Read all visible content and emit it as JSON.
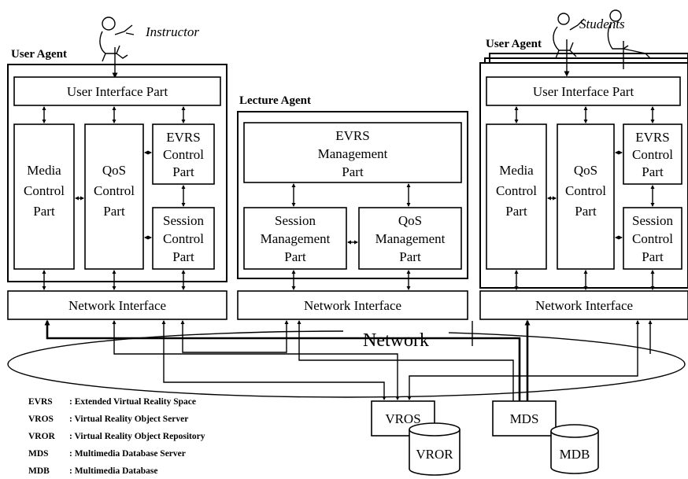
{
  "actors": {
    "instructor": "Instructor",
    "students": "Students"
  },
  "agents": {
    "left_user_agent": {
      "title": "User Agent",
      "ui_part": "User Interface Part",
      "media": [
        "Media",
        "Control",
        "Part"
      ],
      "qos": [
        "QoS",
        "Control",
        "Part"
      ],
      "evrs": [
        "EVRS",
        "Control",
        "Part"
      ],
      "session": [
        "Session",
        "Control",
        "Part"
      ],
      "network_interface": "Network Interface"
    },
    "lecture_agent": {
      "title": "Lecture Agent",
      "evrs_mgmt": [
        "EVRS",
        "Management",
        "Part"
      ],
      "session_mgmt": [
        "Session",
        "Management",
        "Part"
      ],
      "qos_mgmt": [
        "QoS",
        "Management",
        "Part"
      ],
      "network_interface": "Network Interface"
    },
    "right_user_agent": {
      "title": "User Agent",
      "ui_part": "User Interface Part",
      "media": [
        "Media",
        "Control",
        "Part"
      ],
      "qos": [
        "QoS",
        "Control",
        "Part"
      ],
      "evrs": [
        "EVRS",
        "Control",
        "Part"
      ],
      "session": [
        "Session",
        "Control",
        "Part"
      ],
      "network_interface": "Network Interface"
    }
  },
  "network_label": "Network",
  "servers": {
    "vros": "VROS",
    "vror": "VROR",
    "mds": "MDS",
    "mdb": "MDB"
  },
  "legend": [
    {
      "abbr": "EVRS",
      "desc": ": Extended Virtual Reality Space"
    },
    {
      "abbr": "VROS",
      "desc": ": Virtual Reality Object Server"
    },
    {
      "abbr": "VROR",
      "desc": ": Virtual Reality Object Repository"
    },
    {
      "abbr": "MDS",
      "desc": ": Multimedia Database Server"
    },
    {
      "abbr": "MDB",
      "desc": ": Multimedia Database"
    }
  ]
}
